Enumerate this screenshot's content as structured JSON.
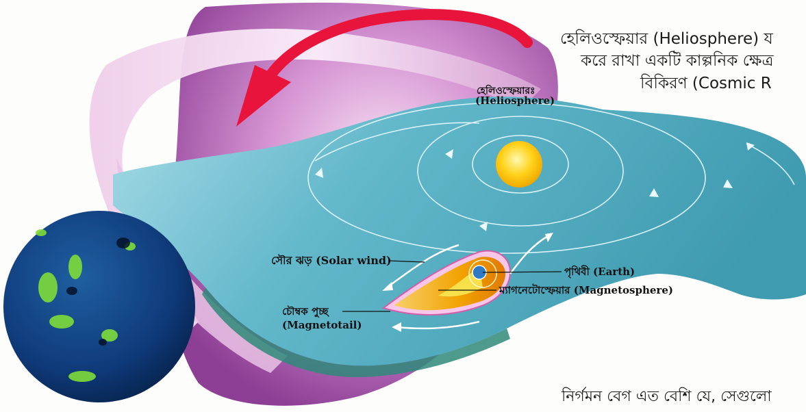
{
  "page_text": {
    "line1": "হেলিওস্ফেয়ার (Heliosphere) য",
    "line2": "করে রাখা একটি কাল্পনিক ক্ষেত্র",
    "line3": "বিকিরণ (Cosmic R",
    "bottom": "নির্গমন বেগ এত বেশি যে, সেগুলো"
  },
  "diagram_labels": {
    "heliosphere_bn": "হেলিওস্ফেয়ারঃ",
    "heliosphere_en": "(Heliosphere)",
    "solar_wind": "সৌর ঝড় (Solar wind)",
    "earth": "পৃথিবী (Earth)",
    "magnetosphere": "ম্যাগনেটোস্ফেয়ার (Magnetosphere)",
    "magnetotail_bn": "চৌম্বক পুচ্ছ",
    "magnetotail_en": "(Magnetotail)"
  },
  "colors": {
    "heliosphere_shell": "#b565b8",
    "solar_wind_blue": "#3f9bb0",
    "sun": "#f5c800",
    "magnetosphere": "#f2a200",
    "motion_arrow": "#e8143c",
    "star_sphere": "#0f3a7a"
  }
}
